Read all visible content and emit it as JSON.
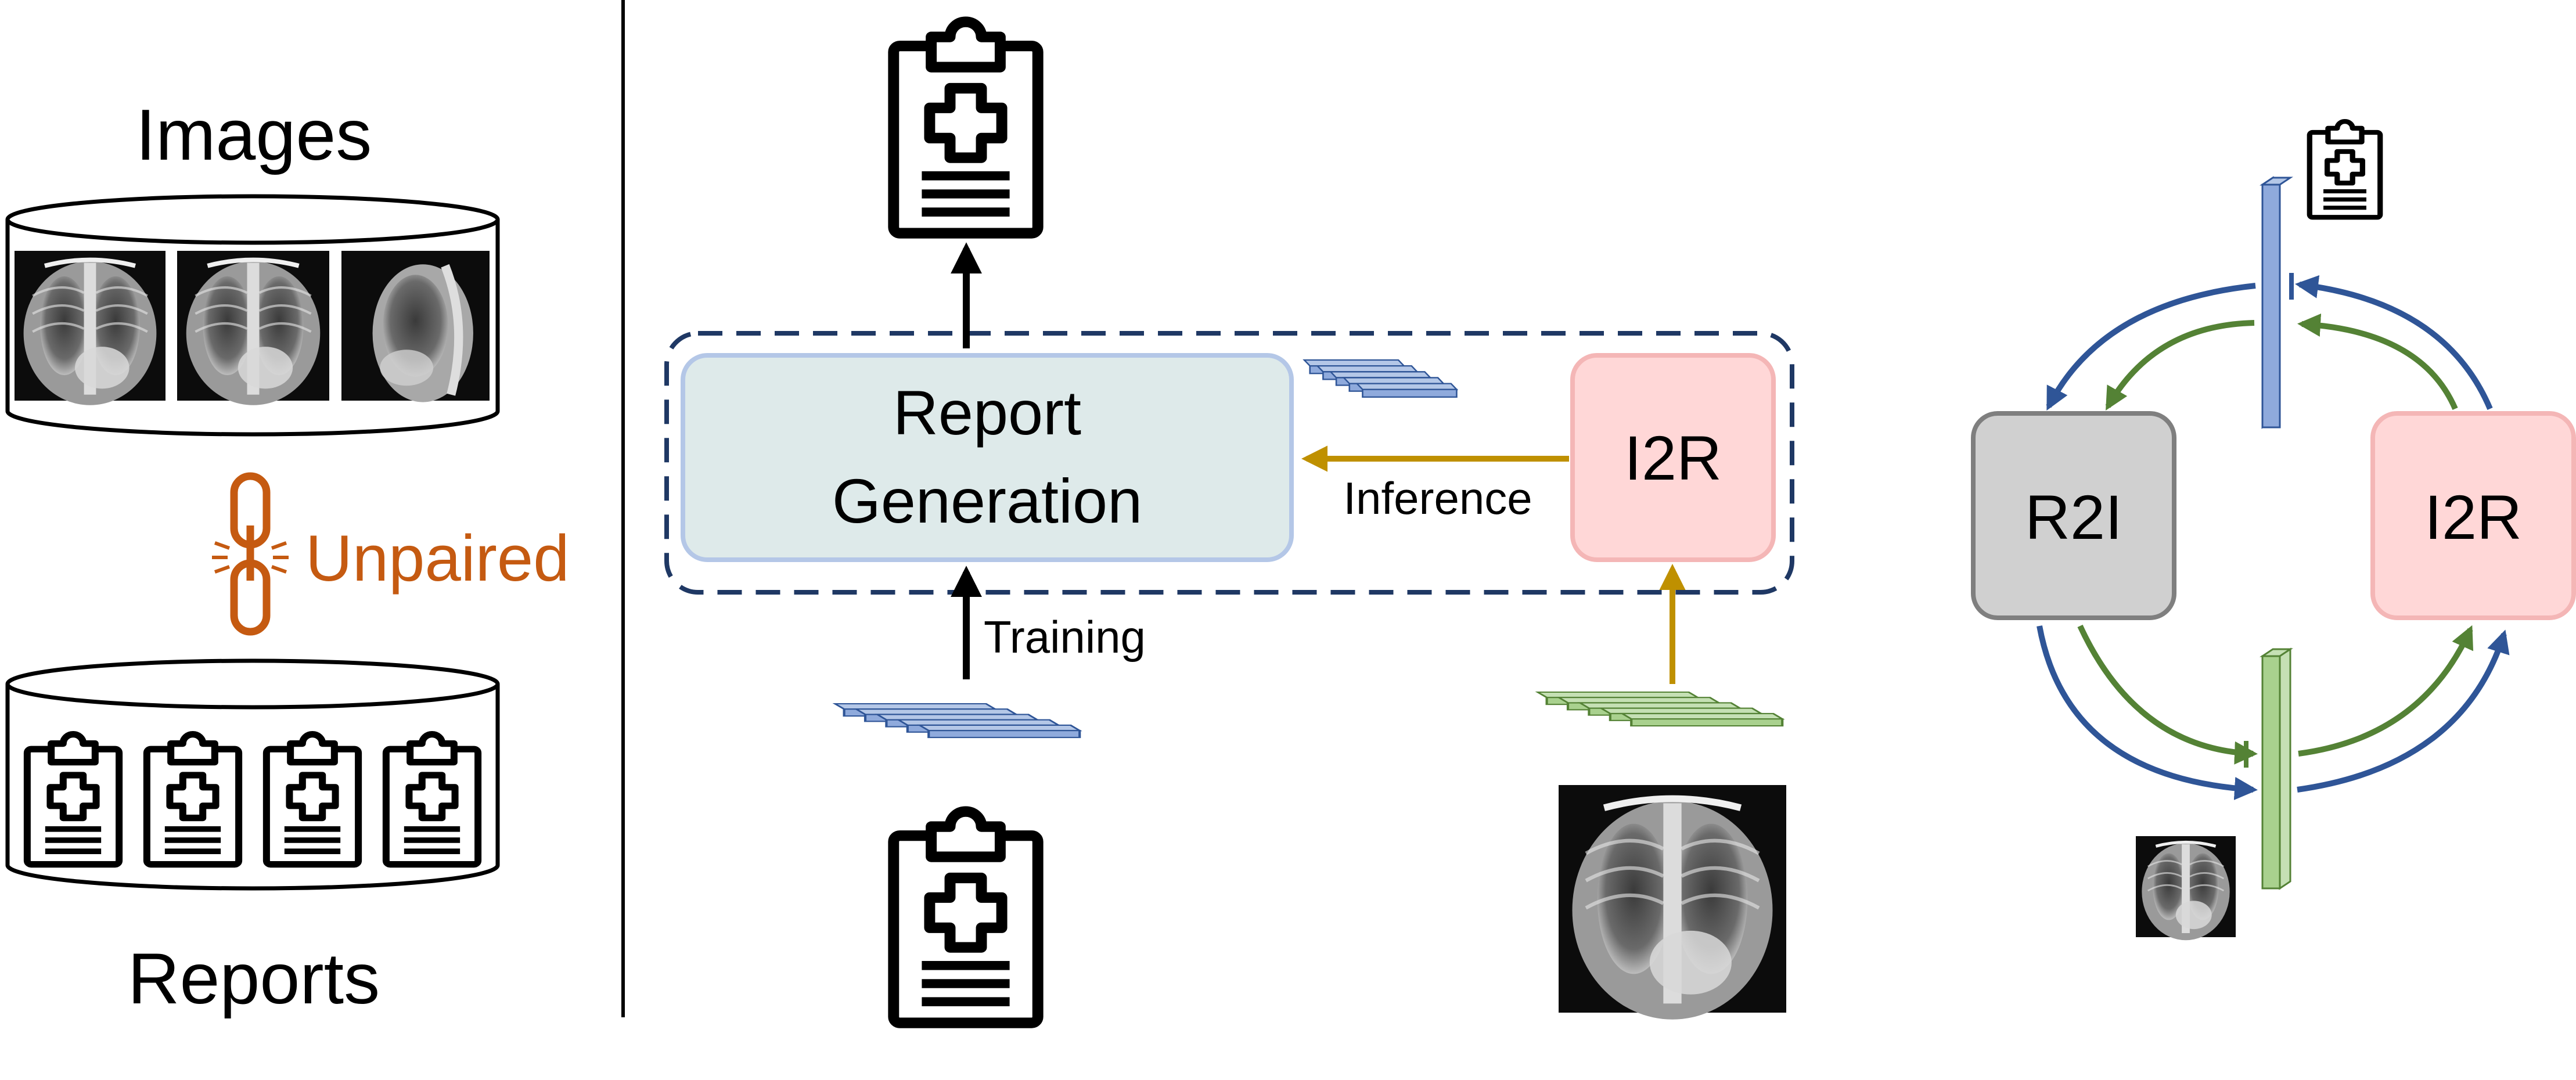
{
  "left_panel": {
    "images_label": "Images",
    "reports_label": "Reports",
    "unpaired_label": "Unpaired",
    "unpaired_color": "#c55a11"
  },
  "middle_panel": {
    "report_generation_line1": "Report",
    "report_generation_line2": "Generation",
    "i2r_label": "I2R",
    "inference_label": "Inference",
    "training_label": "Training"
  },
  "right_panel": {
    "r2i_label": "R2I",
    "i2r_label": "I2R"
  },
  "colors": {
    "report_gen_fill": "#deeaea",
    "report_gen_stroke": "#b4c7e7",
    "i2r_fill": "#ffd7d7",
    "i2r_stroke": "#f4b6b6",
    "r2i_fill": "#d0d0d0",
    "r2i_stroke": "#7f7f7f",
    "blue_feature": "#8faadc",
    "green_feature": "#a9d18e",
    "gold_arrow": "#bf9000",
    "blue_arrow": "#2f5597",
    "green_arrow": "#548235",
    "dashed_box": "#1f3864"
  },
  "icons": [
    "medical-report-icon",
    "chest-xray-image",
    "link-chain-icon",
    "database-cylinder-icon"
  ]
}
